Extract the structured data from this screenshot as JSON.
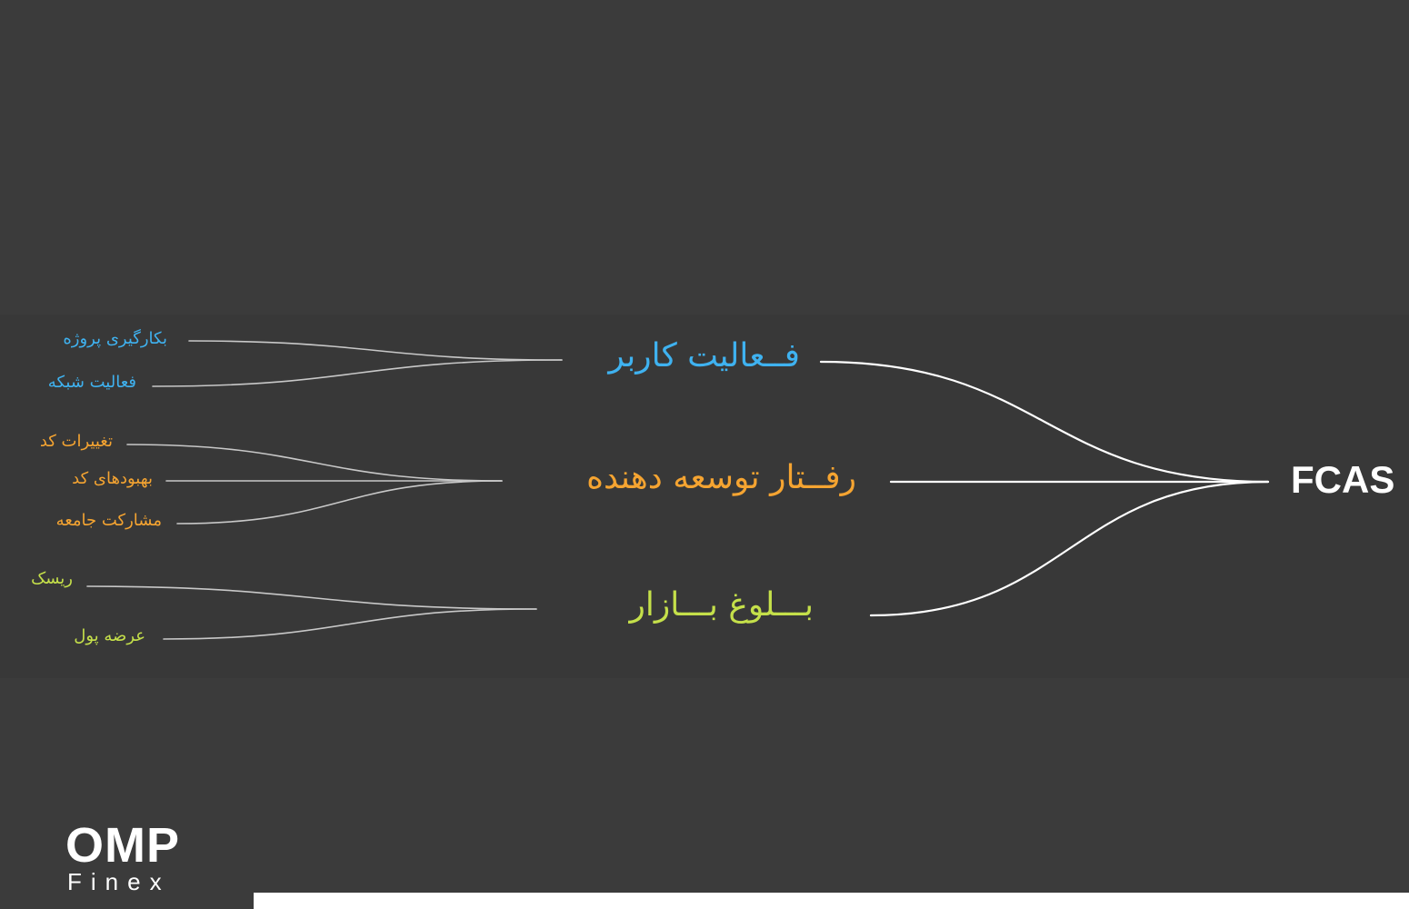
{
  "root": {
    "label": "FCAS",
    "color": "#ffffff"
  },
  "branches": [
    {
      "id": "user-activity",
      "label": "فــعالیت کاربر",
      "color": "#3fb2f0",
      "leaves": [
        "بکارگیری پروژه",
        "فعالیت شبکه"
      ]
    },
    {
      "id": "developer-behavior",
      "label": "رفــتار توسعه دهنده",
      "color": "#f5a431",
      "leaves": [
        "تغییرات کد",
        "بهبودهای کد",
        "مشارکت جامعه"
      ]
    },
    {
      "id": "market-maturity",
      "label": "بـــلوغ بـــازار",
      "color": "#c5e04a",
      "leaves": [
        "ریسک",
        "عرضه پول"
      ]
    }
  ],
  "logo": {
    "main": "OMP",
    "sub": "Finex"
  },
  "colors": {
    "background": "#3b3b3b",
    "connector_main": "#ffffff",
    "connector_leaf": "#c8c8c8"
  }
}
